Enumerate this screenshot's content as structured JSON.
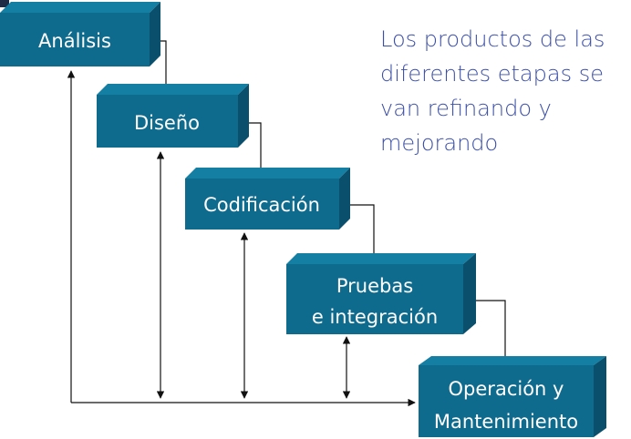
{
  "diagram": {
    "stages": [
      {
        "lines": [
          "Análisis"
        ]
      },
      {
        "lines": [
          "Diseño"
        ]
      },
      {
        "lines": [
          "Codificación"
        ]
      },
      {
        "lines": [
          "Pruebas",
          "e integración"
        ]
      },
      {
        "lines": [
          "Operación y",
          "Mantenimiento"
        ]
      }
    ],
    "caption_lines": [
      "Los productos de las",
      "diferentes etapas se",
      "van refinando y",
      "mejorando"
    ],
    "colors": {
      "box_front": "#0f6b8e",
      "box_top": "#157fa3",
      "box_side": "#0a4f6c",
      "caption": "#3b4fa8",
      "line": "#111111"
    }
  }
}
